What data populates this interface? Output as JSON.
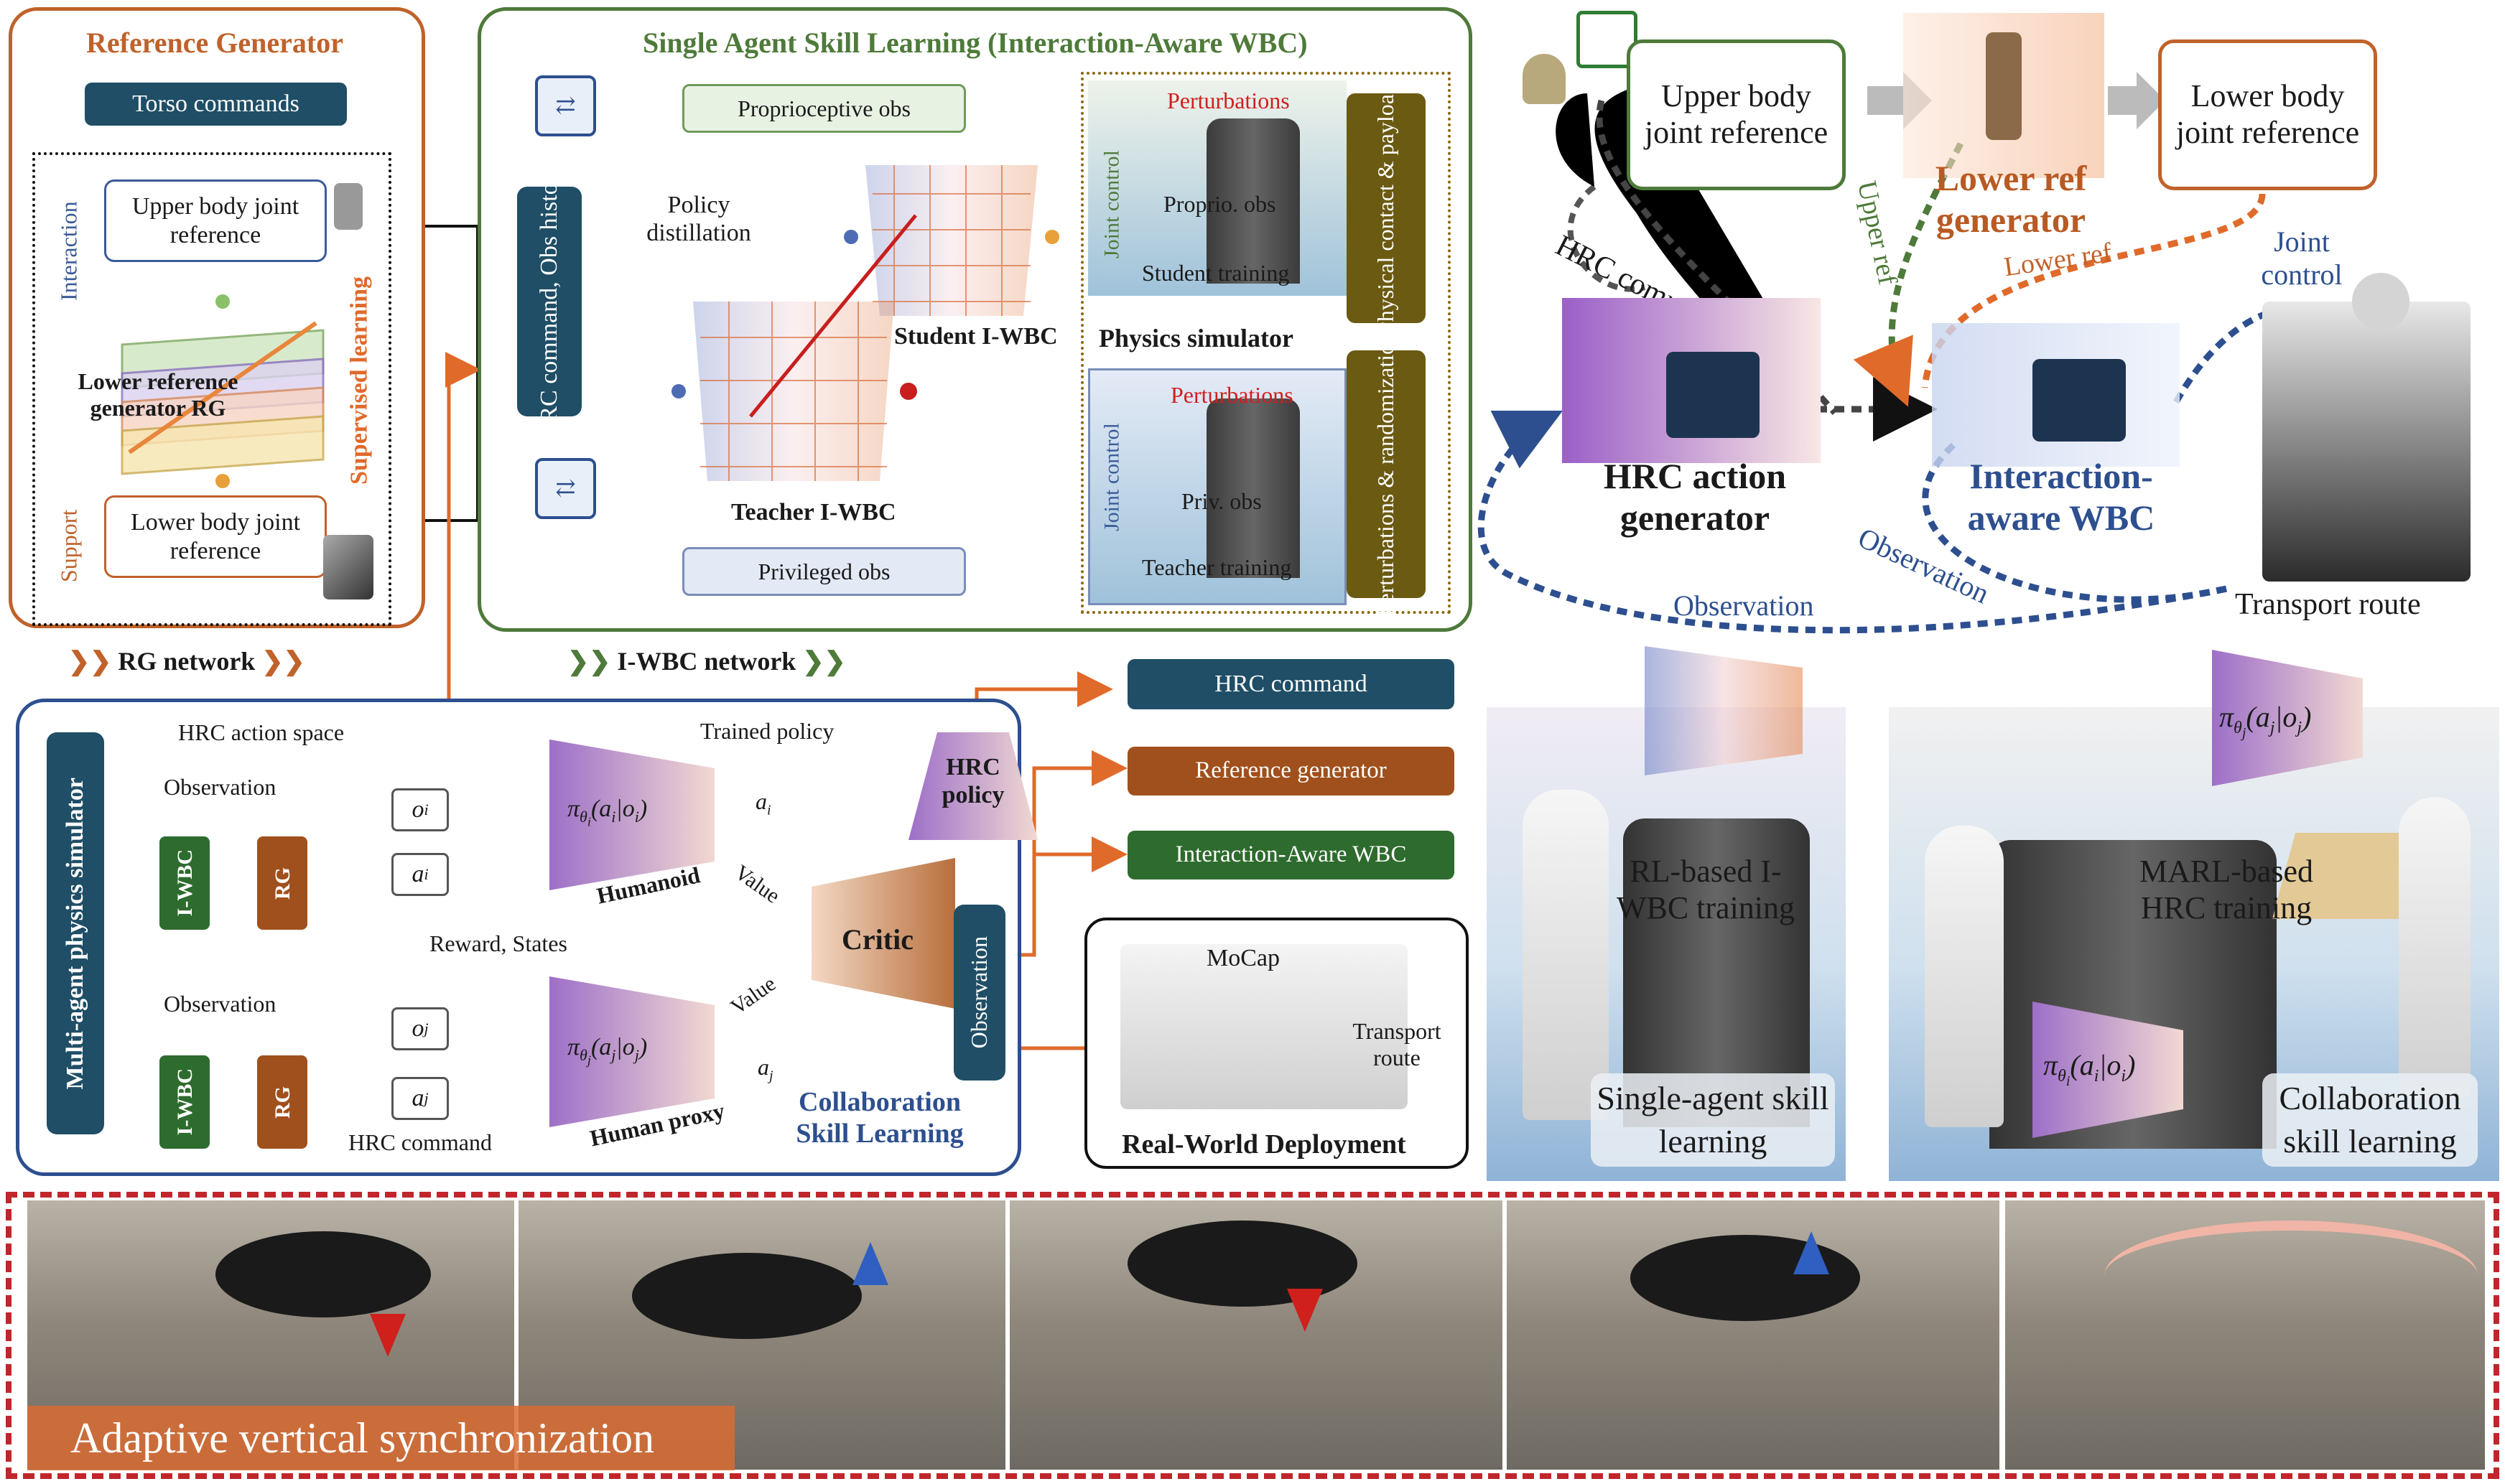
{
  "reference_generator": {
    "title": "Reference Generator",
    "torso_commands": "Torso commands",
    "upper_body_ref": "Upper body joint reference",
    "interaction": "Interaction",
    "lower_ref_gen": "Lower reference generator RG",
    "supervised_learning": "Supervised learning",
    "support": "Support",
    "lower_body_ref": "Lower body joint reference",
    "network_label": "RG network"
  },
  "single_agent": {
    "title": "Single Agent Skill Learning (Interaction-Aware WBC)",
    "proprioceptive_obs": "Proprioceptive obs",
    "hrc_command_obs_history": "HRC command, Obs history",
    "policy_distillation": "Policy distillation",
    "student_iwbc": "Student I-WBC",
    "teacher_iwbc": "Teacher I-WBC",
    "privileged_obs": "Privileged obs",
    "physics_simulator": "Physics simulator",
    "joint_control": "Joint control",
    "perturbations": "Perturbations",
    "proprio_obs": "Proprio. obs",
    "student_training": "Student training",
    "priv_obs": "Priv. obs",
    "teacher_training": "Teacher training",
    "physical_contact_payload": "Physical contact & payload",
    "perturbations_randomization": "Perturbations & randomization",
    "network_label": "I-WBC network"
  },
  "collaboration": {
    "multi_agent_sim": "Multi-agent physics simulator",
    "hrc_action_space": "HRC action space",
    "trained_policy": "Trained policy",
    "observation_1": "Observation",
    "observation_2": "Observation",
    "oi": "o",
    "oi_sub": "i",
    "ai": "a",
    "ai_sub": "i",
    "oj": "o",
    "oj_sub": "j",
    "aj": "a",
    "aj_sub": "j",
    "iwbc": "I-WBC",
    "rg": "RG",
    "policy_i": "π",
    "policy_i_args": "(a",
    "policy_j": "π",
    "humanoid": "Humanoid",
    "human_proxy": "Human proxy",
    "a_i_arrow": "a",
    "a_j_arrow": "a",
    "value_1": "Value",
    "value_2": "Value",
    "critic": "Critic",
    "reward_states": "Reward, States",
    "hrc_command": "HRC command",
    "hrc_policy": "HRC policy",
    "observation_vertical": "Observation",
    "collab_title": "Collaboration Skill Learning"
  },
  "deployment": {
    "hrc_command": "HRC command",
    "reference_generator": "Reference generator",
    "interaction_aware_wbc": "Interaction-Aware WBC",
    "mocap": "MoCap",
    "transport_route": "Transport route",
    "real_world": "Real-World Deployment"
  },
  "overview": {
    "upper_body_ref": "Upper body joint reference",
    "lower_ref_generator": "Lower ref generator",
    "lower_body_ref": "Lower body joint reference",
    "hrc_command": "HRC command",
    "upper_ref": "Upper ref",
    "lower_ref": "Lower ref",
    "joint_control": "Joint control",
    "hrc_action_generator": "HRC action generator",
    "interaction_aware_wbc": "Interaction-aware WBC",
    "observation_1": "Observation",
    "observation_2": "Observation",
    "transport_route": "Transport route"
  },
  "skill_panels": {
    "rl_training": "RL-based I-WBC training",
    "single_agent": "Single-agent skill learning",
    "marl_training": "MARL-based HRC training",
    "collab": "Collaboration skill learning",
    "pi_j": "π",
    "pi_i": "π"
  },
  "photo_strip": {
    "caption": "Adaptive vertical synchronization"
  },
  "colors": {
    "orange": "#c0622a",
    "green": "#4e7a3a",
    "navy": "#1f4e66",
    "blue_dash": "#2a4f9a",
    "olive": "#6b5a12",
    "red_dash": "#c0262b"
  }
}
